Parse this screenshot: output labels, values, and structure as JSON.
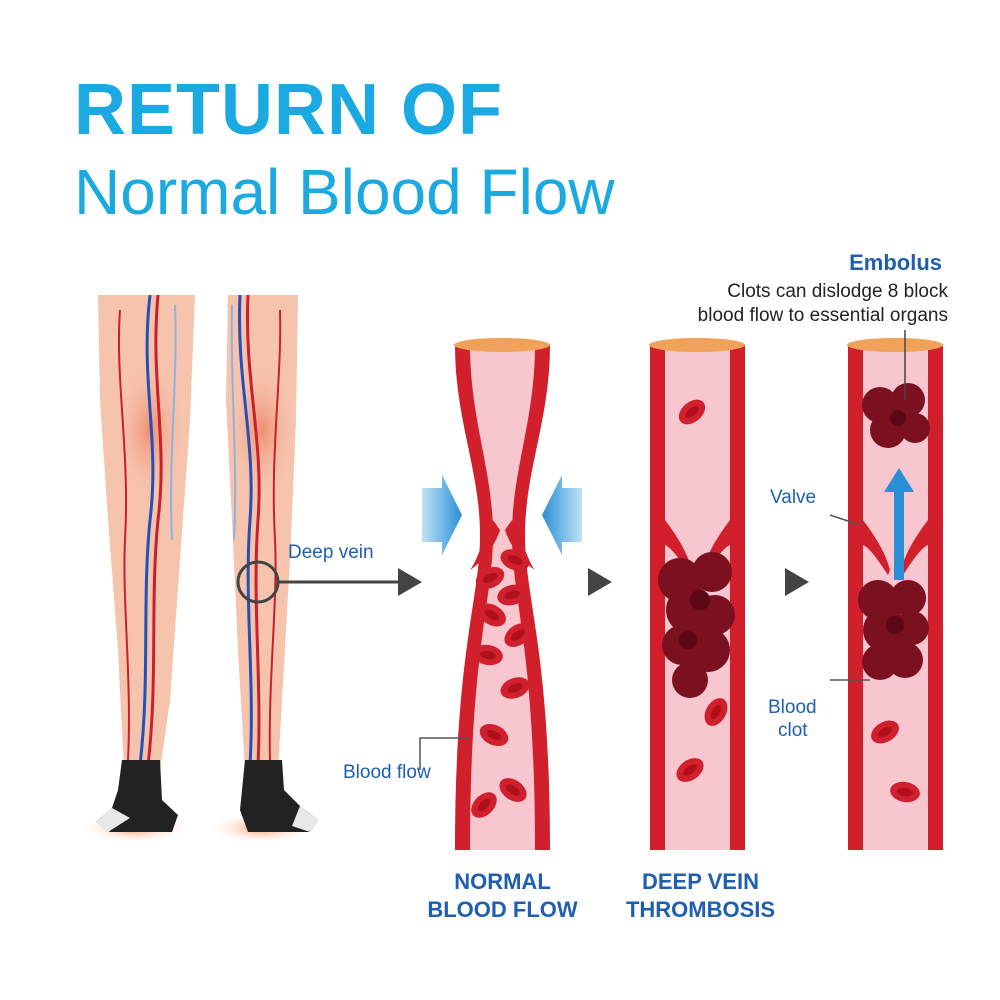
{
  "header": {
    "title_line1": "RETURN OF",
    "title_line2": "Normal Blood Flow"
  },
  "labels": {
    "deep_vein": "Deep vein",
    "blood_flow": "Blood flow",
    "valve": "Valve",
    "blood_clot_line1": "Blood",
    "blood_clot_line2": "clot",
    "embolus_title": "Embolus",
    "embolus_desc_line1": "Clots can dislodge 8 block",
    "embolus_desc_line2": "blood flow to essential organs"
  },
  "panels": [
    {
      "caption_line1": "NORMAL",
      "caption_line2": "BLOOD FLOW"
    },
    {
      "caption_line1": "DEEP VEIN",
      "caption_line2": "THROMBOSIS"
    }
  ],
  "colors": {
    "title": "#1aa9e0",
    "label": "#1f5fae",
    "vein_wall": "#d21f2c",
    "vein_inner": "#f7c6cf",
    "blood_cell": "#d0202e",
    "clot": "#7a1020",
    "skin": "#f6c3ad",
    "arrow_blue": "#2a8fd6"
  }
}
